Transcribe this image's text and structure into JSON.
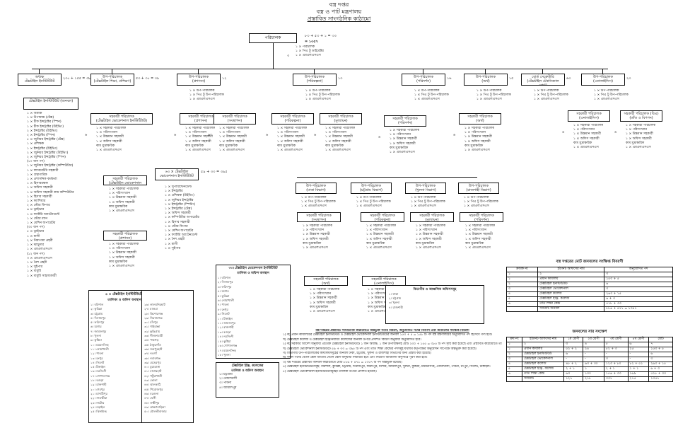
{
  "header": {
    "line1": "বস্ত্র দপ্তর",
    "line2": "বস্ত্র ও পাট মন্ত্রণালয়",
    "line3": "প্রস্তাবিত সাংগঠনিক কাঠামো",
    "total_formula": "৮৩ + ৫৩ + ১ = ৩৩",
    "total_value": "= ১৩৫৭"
  },
  "head_office": {
    "title": "পরিচালক",
    "num": "৩",
    "staff": [
      "১ × পরিচালক",
      "১ × পিএ টু ডাইরেক্টর",
      "১ × এমএলএসএস"
    ]
  },
  "level2": [
    {
      "label": "অধ্যক্ষ\nটেক্সটাইল ইনস্টিটিউট",
      "count": "২৩০ + ১৫৫ = ৩৮৫"
    },
    {
      "label": "উপ-পরিচালক\n(টেক্সটাইল শিক্ষা, প্রশিক্ষণ)",
      "count": "৫৩ + ৩০ = ৩৯"
    },
    {
      "label": "উপ-পরিচালক\n(প্রশাসন)",
      "count": "১২"
    },
    {
      "label": "উপ-পরিচালক\n(পরিকল্পনা)",
      "count": "১৩"
    },
    {
      "label": "উপ-পরিচালক\n(পরিদর্শন)",
      "count": "১৬"
    },
    {
      "label": "উপ-পরিচালক\n(অর্থ)",
      "count": "১৫"
    },
    {
      "label": "বোর্ড সেক্রেটারি\n(টেক্সটাইল টেকনিক্যাল বোর্ড)",
      "count": "৬৩"
    },
    {
      "label": "উপ-পরিচালক\n(এনালাইসিস)",
      "count": "২৩"
    }
  ],
  "dept_staff": [
    "১ × উপ-পরিচালক",
    "১ × পিএ টু উপ-পরিচালক",
    "১ × এমএলএসএস"
  ],
  "left_list": [
    "১ × অধ্যক্ষ",
    "১ × উপাধ্যক্ষ (টেক্স)",
    "১ × চীফ ইন্সট্রাক্টর (স্পিন)",
    "১ × চীফ ইন্সট্রাক্টর (উইভিং)",
    "২ × ইন্সট্রাক্টর (উইভিং)",
    "২ × ইন্সট্রাক্টর (স্পিন)",
    "৫ × জুনিয়র ইন্সট্রাক্টর (টেক্স)",
    "১ × প্রশিক্ষক",
    "১ × ইন্সট্রাক্টর (উইভিং)",
    "২ × জুনিয়র ইন্সট্রাক্টর (উইভিং)",
    "২ × জুনিয়র ইন্সট্রাক্টর (স্পিন)",
    "(১০ জন পদ)",
    "১ × জুনিয়র ইন্সট্রাক্টর (কম্পিউটার)",
    "১ × ল্যাবরেটরি সহকারী",
    "১ × গ্রন্থাগারিক",
    "১ × প্রশাসনিক কর্মকর্তা",
    "১ × হিসাবরক্ষক",
    "১ × অফিস সহকারী",
    "১ × অফিস সহকারী কাম কম্পিউটার",
    "১ × হিসাব সহকারী",
    "১ × ক্যাশিয়ার",
    "২ × স্টোর কিপার",
    "৬ × ড্রাইভার",
    "১ × ফ্যাক্টরি অ্যাটেনডেন্ট",
    "১ × স্টোর ম্যান",
    "১ × মেশিন অপারেটর",
    "(৩০ জন পদ)",
    "৫ × ড্রাইভার",
    "১ × মালী",
    "২ × নিরাপত্তা প্রহরী",
    "১ × ঝাড়ুদার",
    "১ × এমএলএসএস",
    "(১২ জন পদ)",
    "৩ × এমএলএসএস",
    "১ × নৈশ প্রহরী",
    "১ × সুইপার",
    "১ × বাবুর্চি",
    "১ × বাবুর্চি সাহায্যকারী"
  ],
  "sub_boxes": [
    {
      "label": "সহকারী পরিচালক\n(টেক্সটাইল ভোকেশনাল ইনস্টিটিউট)",
      "count": "৬"
    },
    {
      "label": "সহকারী পরিচালক\n(প্রশাসন)",
      "count": "৬"
    },
    {
      "label": "সহকারী পরিচালক\n(সংস্থাপন)",
      "count": "৬"
    },
    {
      "label": "সহকারী পরিচালক\n(পরিকল্পনা)",
      "count": "৬"
    },
    {
      "label": "সহকারী পরিচালক\n(মূল্যায়ন)",
      "count": "৬"
    },
    {
      "label": "সহকারী পরিচালক\n(পরিদর্শন)",
      "count": "৬"
    },
    {
      "label": "সহকারী পরিচালক\n(অর্থ)",
      "count": "৬"
    },
    {
      "label": "সহকারী পরিচালক\n(এনালাইসিস)",
      "count": "৬"
    },
    {
      "label": "সহকারী পরিচালক (বিএ)\n(তাঁত ও বিপণন)",
      "count": "৬"
    }
  ],
  "sub_staff": [
    "১ × সহকারী পরিচালক",
    "১ × পরিসংখ্যান",
    "১ × উচ্চমান সহকারী",
    "১ × অফিস সহকারী",
    "কাম মুদ্রাক্ষরিক",
    "১ × এমএলএসএস"
  ],
  "regional": [
    {
      "label": "উপ-পরিচালক\n(ঢাকা বিভাগ)"
    },
    {
      "label": "উপ-পরিচালক\n(চট্টগ্রাম বিভাগ)"
    },
    {
      "label": "উপ-পরিচালক\n(খুলনা বিভাগ)"
    },
    {
      "label": "উপ-পরিচালক\n(রাজশাহী বিভাগ)"
    }
  ],
  "vocational": {
    "title": "৬৩ × টেক্সটাইল\nভোকেশনাল ইনস্টিটিউট",
    "count": "৫৯ + ৩৩ = ৩৯৫",
    "items": [
      "১ × সুপারিন্টেনডেন্ট",
      "১ × ইন্সট্রাক্টর",
      "১ × প্রশিক্ষক (উইভিং)",
      "১ × জুনিয়র ইন্সট্রাক্টর",
      "১ × ইন্সট্রাক্টর (স্পিনিং)",
      "১ × ইন্সট্রাক্টর (টেক্স)",
      "১ × অফিস সহকারী",
      "১ × কম্পিউটার অপারেটর",
      "১ × হিসাব সহকারী",
      "১ × স্টোর কিপার",
      "১ × মেশিন অপারেটর",
      "১ × ফ্যাক্টরি অ্যাটেনডেন্ট",
      "১ × নৈশ প্রহরী",
      "১ × মালী",
      "১ × সুইপার"
    ]
  },
  "tvi_list": {
    "title": "৬ × টেক্সটাইল ইনস্টিটিউটের\nতালিকা ও অফিস অবস্থান",
    "col1": [
      "১। বরিশাল",
      "২। কুমিল্লা",
      "৩। চট্টগ্রাম",
      "৪। দিনাজপুর",
      "৫। ফরিদপুর",
      "৬। যশোর",
      "৭। জামালপুর",
      "৮। খুলনা",
      "৯। কুষ্টিয়া",
      "১০। ময়মনসিংহ",
      "১১। নোয়াখালী",
      "১২। পাবনা",
      "১৩। রংপুর",
      "১৪। সিলেট",
      "১৫। টাঙ্গাইল",
      "১৬। নরসিংদী",
      "১৭। গোপালগঞ্জ",
      "১৮। বগুড়া",
      "১৯। রাজশাহী",
      "২০। শেরপুর",
      "২১। মাদারীপুর",
      "২২। সাতক্ষীরা",
      "২৩। নাটোর",
      "২৪। নড়াইল",
      "২৫। ঝিনাইদহ"
    ],
    "col2": [
      "২৬। লালমনিরহাট",
      "২৭। মাগুরা",
      "২৮। কিশোরগঞ্জ",
      "২৯। সিরাজগঞ্জ",
      "৩০। চাঁদপুর",
      "৩১। গাইবান্ধা",
      "৩২। কুড়িগ্রাম",
      "৩৩। নীলফামারী",
      "৩৪। পঞ্চগড়",
      "৩৫। ঠাকুরগাঁও",
      "৩৬। জয়পুরহাট",
      "৩৭। নওগাঁ",
      "৩৮। নবাবগঞ্জ",
      "৩৯। মেহেরপুর",
      "৪০। চুয়াডাঙ্গা",
      "৪১। বাগেরহাট",
      "৪২। পটুয়াখালী",
      "৪৩। ভোলা",
      "৪৪। ঝালকাঠি",
      "৪৫। পিরোজপুর",
      "৪৬। বরগুনা",
      "৪৭। ফেনী",
      "৪৮। লক্ষ্মীপুর",
      "৪৯। ব্রাহ্মণবাড়িয়া",
      "৫০। মৌলভীবাজার"
    ]
  },
  "institute_list": {
    "title": "৩৩। টেক্সটাইল ভোকেশনাল ইনস্টিটিউট\nতালিকা ও অফিস অবস্থান",
    "items": [
      "১। বরিশাল",
      "২। দিনাজপুর",
      "৩। ফরিদপুর",
      "৪। যশোর",
      "৫। কুমিল্লা",
      "৬। নোয়াখালী",
      "৭। পাবনা",
      "৮। রংপুর",
      "৯। সিলেট",
      "১০। টাঙ্গাইল",
      "১১। জামালপুর",
      "১২। রাজশাহী",
      "১৩। বগুড়া",
      "১৪। নরসিংদী",
      "১৫। কুষ্টিয়া",
      "১৬। গোপালগঞ্জ",
      "১৭। ময়মনসিংহ",
      "১৮। খুলনা"
    ]
  },
  "college_list": {
    "title": "টেক্সটাইল ইঞ্জি. কলেজের\nতালিকা ও অফিস অবস্থান",
    "items": [
      "১। চট্টগ্রাম",
      "২। নোয়াখালী",
      "৩। পাবনা",
      "৪। জামালপুর"
    ]
  },
  "offices_box": {
    "title": "বিভাগীয় ও আঞ্চলিক অফিসসমূহ",
    "items": [
      "১। ঢাকা",
      "২। চট্টগ্রাম",
      "৩। খুলনা",
      "৪। রাজশাহী"
    ]
  },
  "summary_table": {
    "title": "বস্ত্র দপ্তরের মোট জনবলের সংক্ষিপ্ত বিবরণী",
    "headers": [
      "ক্রমিক নং",
      "ইউনিট অফিসের নাম",
      "অনুমোদিত পদ"
    ],
    "rows": [
      [
        "১",
        "২",
        "৩"
      ],
      [
        "১",
        "প্রধান কার্যালয়",
        "১৫৩ + ৫"
      ],
      [
        "২",
        "টেক্সটাইল ইনস্টিটিউট",
        "৬"
      ],
      [
        "৩",
        "টেক্সটাইল ভোকেশনাল",
        "৩"
      ],
      [
        "৪",
        "টেক্সটাইল কলেজ",
        "২৬৩ + ১৫"
      ],
      [
        "৫",
        "টেক্সটাইল ইঞ্জি. কলেজ",
        "৬ + ৩"
      ],
      [
        "৬",
        "তাঁত শিক্ষা কেন্দ্র",
        "৫১৮ + ৩৩"
      ],
      [
        "",
        "সর্বমোট জনবল",
        "৮৮৬ + ৪৭১ = ১৩৫৭"
      ]
    ]
  },
  "detail_table": {
    "title": "জনবলের সার সংক্ষেপ",
    "headers": [
      "ক্রম নং",
      "ইউনিট অফিসের নাম",
      "১ম শ্রেণী",
      "২য় শ্রেণী",
      "৩য় শ্রেণী",
      "৪র্থ শ্রেণী",
      "মোট"
    ],
    "rows": [
      [
        "১",
        "২",
        "৩",
        "৪",
        "৫",
        "৬",
        "৭"
      ],
      [
        "১",
        "প্রধান কার্যালয়",
        "৫২ + ২",
        "২৪",
        "৫২ + ৩",
        "২৫",
        "১৫৩ + ৫"
      ],
      [
        "২",
        "টেক্সটাইল ইনস্টিটিউট",
        "৬",
        "-",
        "-",
        "-",
        "৬"
      ],
      [
        "৩",
        "টেক্সটাইল ভোকেশনাল",
        "-",
        "-",
        "৩",
        "-",
        "৩"
      ],
      [
        "৪",
        "টেক্সটাইল কলেজ",
        "৪৮ + ২",
        "৬৩ + ৩০",
        "১২৩ + ৮০",
        "৮২ + ৫১",
        "২৬৩ + ১৫"
      ],
      [
        "৫",
        "টেক্সটাইল ইঞ্জি. কলেজ",
        "২ + ১",
        "১",
        "২ + ১",
        "১ + ১",
        "৬ + ৩"
      ],
      [
        "৬",
        "তাঁত শিক্ষা কেন্দ্র",
        "৬৩",
        "১৩০",
        "১৫৬ + ৩৩",
        "১৬৯",
        "৫১৮ + ৩৩"
      ],
      [
        "",
        "সর্বমোট",
        "১২৭",
        "২১৮",
        "৩৩৭",
        "২৭৫",
        "১৩৫৭"
      ]
    ]
  },
  "notes": {
    "title": "বস্ত্র দপ্তরের প্রস্তাবিত সাংগঠনিক কাঠামোতে অন্তর্ভুক্ত পদের বিবরণ, অনুমোদিত পদের বিন্যাস এবং জনবলের সংক্ষিপ্ত বিবরণী",
    "lines": [
      "১) ক) প্রধান কার্যালয়ের টেক্সটাইল ইনস্টিটিউট ও টেক্সটাইল ভোকেশনাল ইনস্টিটিউটের জনবল ১৫৩ + ৫ = ১৫৮ টি পদ বস্ত্র মন্ত্রণালয়ের অনুমোদিত পদ হিসেবে গণ্য হবে।",
      "খ) টেক্সটাইল কলেজ ও টেক্সটাইল ইঞ্জিনিয়ারিং কলেজের জনবল উপরে প্রদর্শিত বিবরণ অনুযায়ী অনুমোদিত হবে।",
      "২) ক) সরকারি আদেশ অনুযায়ী প্রত্যেক টেক্সটাইল ইনস্টিটিউটে ১ জন অধ্যক্ষ, ১ জন উপাধ্যক্ষসহ মোট ২৩০ + ১৫৫ = ৩৮৫ টি পদ সৃষ্টি করা হয়েছে এবং প্রস্তাবিত কাঠামোতে তা অন্তর্ভুক্ত করা হয়েছে।",
      "খ) টেক্সটাইল ভোকেশনাল ইনস্টিটিউটে ৫৯ + ৩৩ = ৩৯৫ টি পদ এবং তাঁত শিক্ষা কেন্দ্রের পদসমূহ যথাযথ কর্তৃপক্ষের অনুমোদন সাপেক্ষে অন্তর্ভুক্ত করা হয়েছে।",
      "গ) বিভাগীয় উপ-পরিচালকের কার্যালয়সমূহের জনবল ঢাকা, চট্টগ্রাম, খুলনা ও রাজশাহী বিভাগের জন্য প্রস্তাব করা হয়েছে।",
      "ঘ) সকল পদের বেতন স্কেল জাতীয় বেতন স্কেল অনুযায়ী নির্ধারিত হবে এবং নিয়োগ বিধিমালা অনুসারে পূরণ করা হবে।",
      "৩) বস্ত্র দপ্তরের প্রস্তাবিত জনবল কাঠামোতে মোট ৮৮৬ + ৪৭১ = ১৩৫৭ টি পদ অন্তর্ভুক্ত রয়েছে।",
      "৪) টেক্সটাইল ইনস্টিটিউটসমূহ: বরিশাল, কুমিল্লা, চট্টগ্রাম, দিনাজপুর, ফরিদপুর, যশোর, জামালপুর, খুলনা, কুষ্টিয়া, ময়মনসিংহ, নোয়াখালী, পাবনা, রংপুর, সিলেট, টাঙ্গাইল।",
      "৫) টেক্সটাইল ভোকেশনাল ইনস্টিটিউটসমূহের তালিকা উপরে প্রদর্শিত হয়েছে।"
    ]
  }
}
